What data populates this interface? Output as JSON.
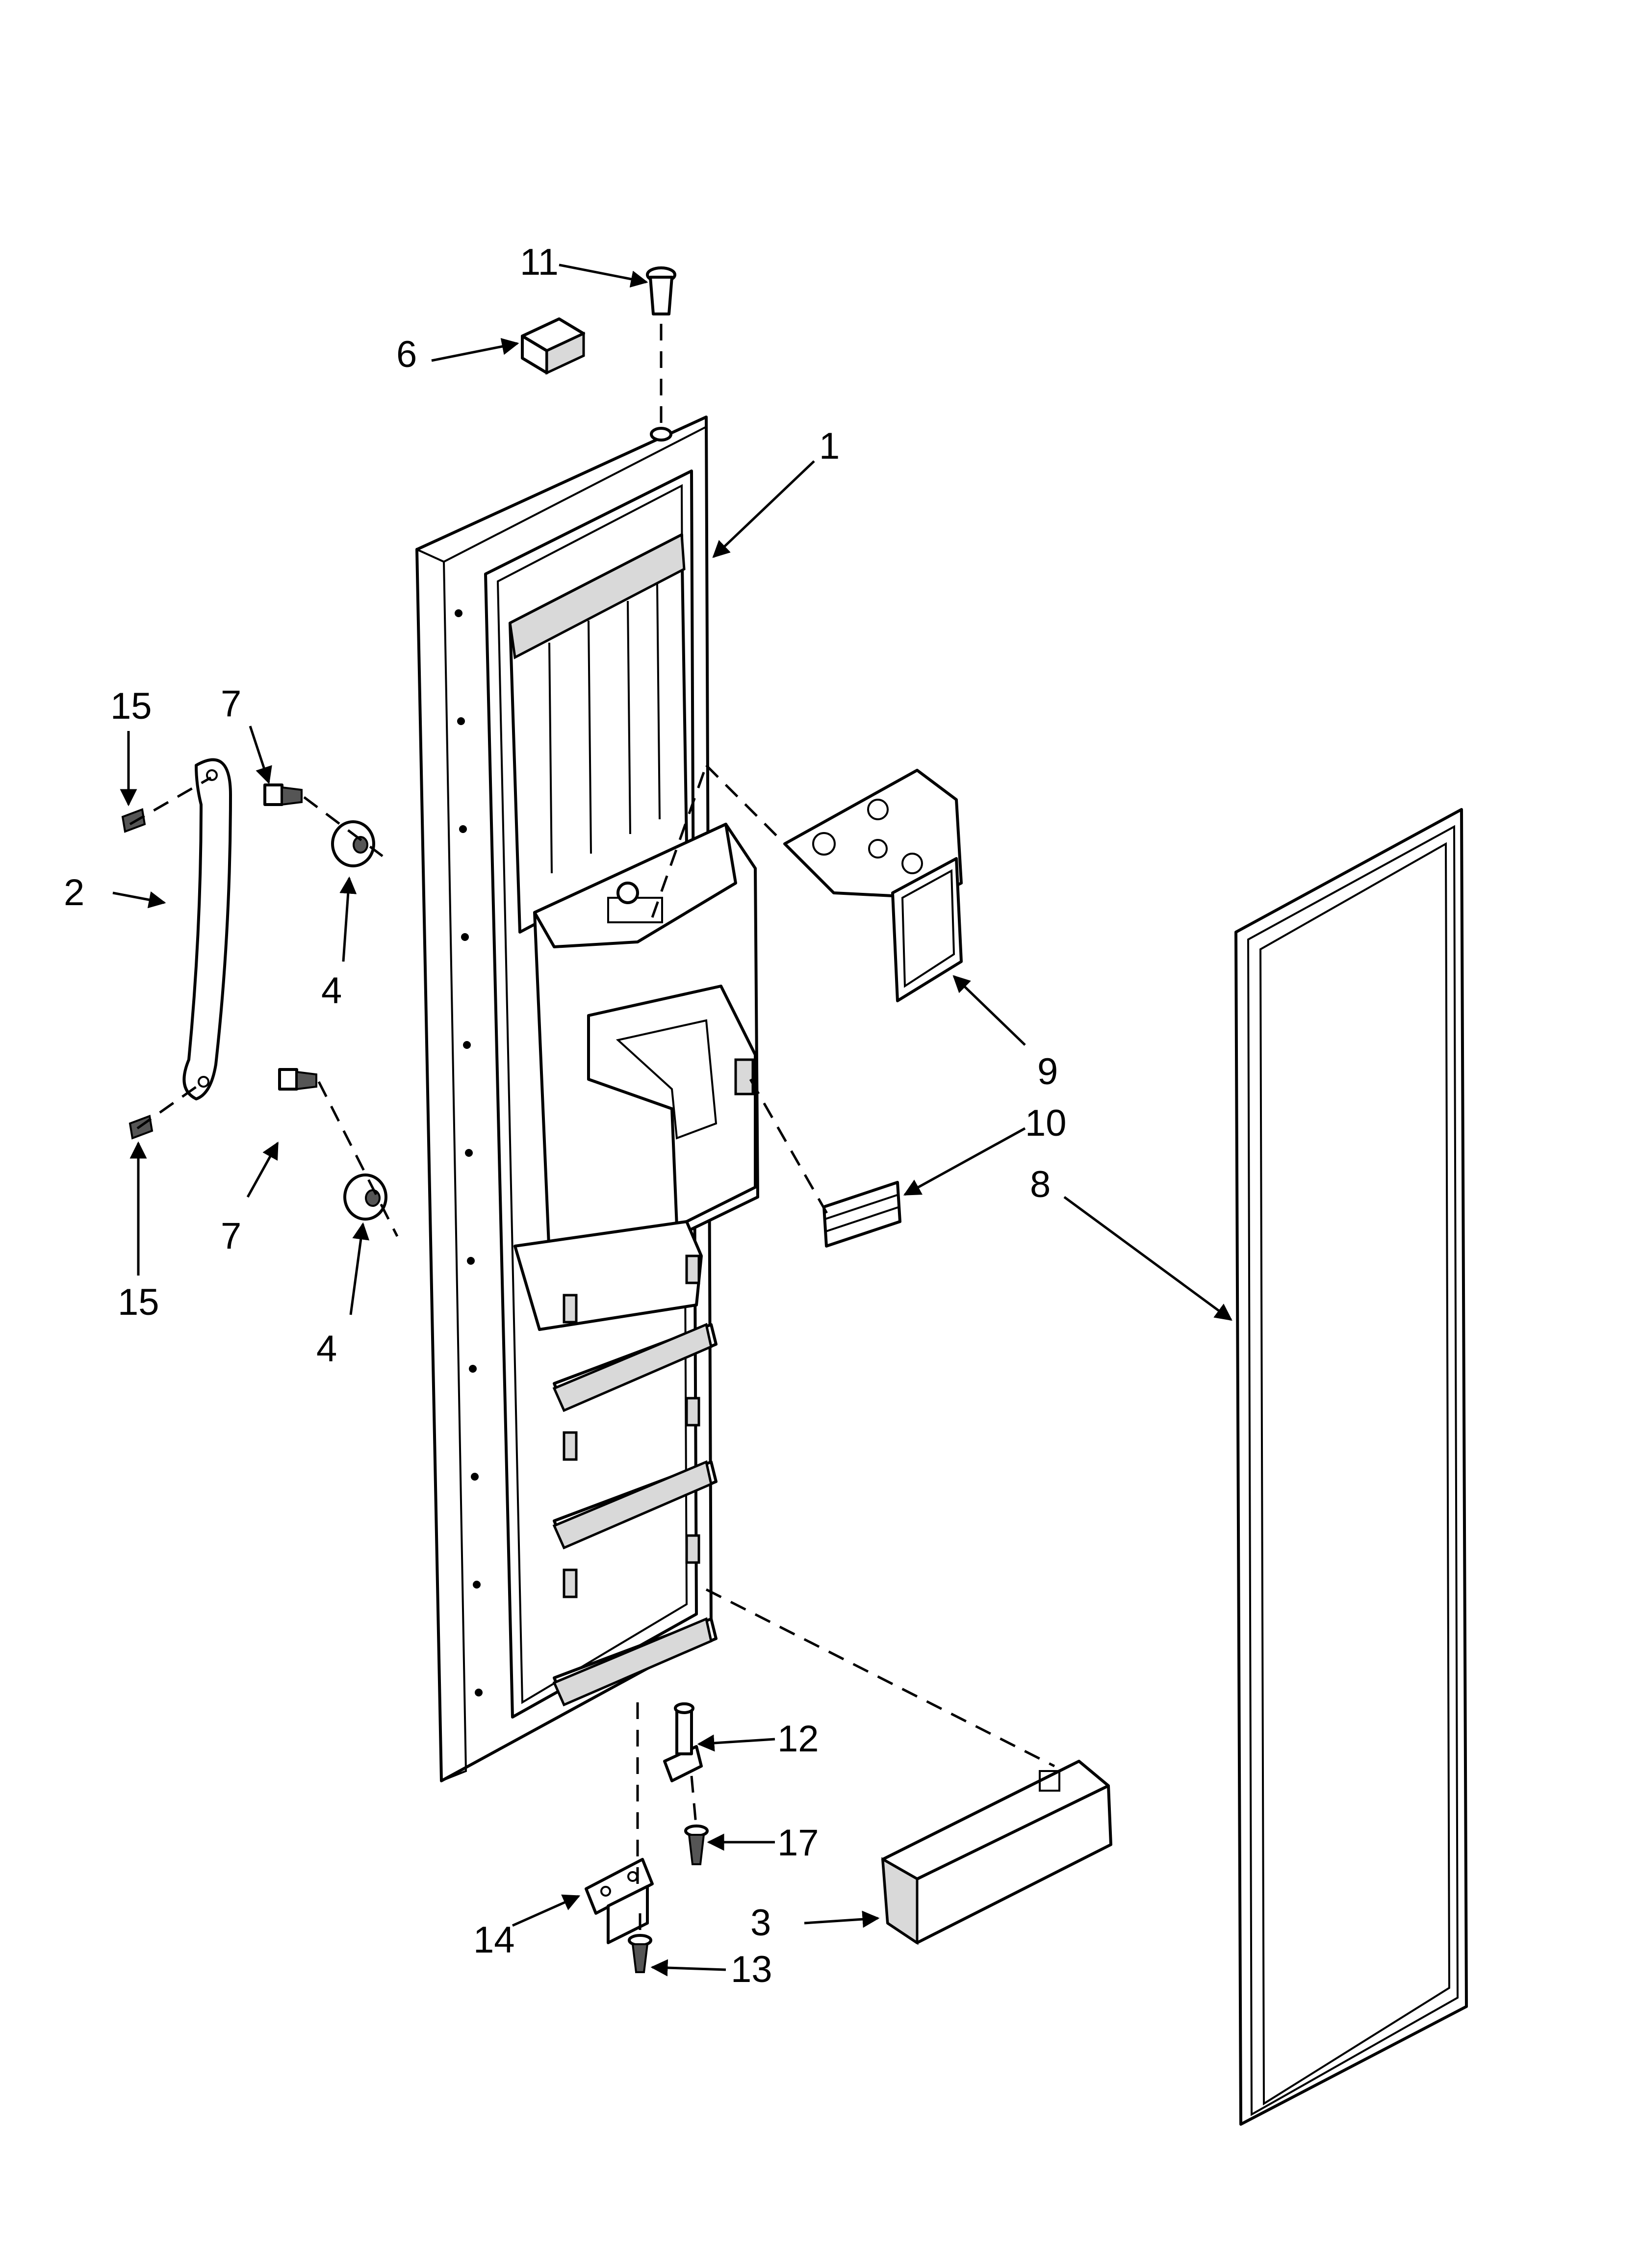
{
  "callouts": [
    {
      "id": "11",
      "label": "11"
    },
    {
      "id": "6",
      "label": "6"
    },
    {
      "id": "1",
      "label": "1"
    },
    {
      "id": "15a",
      "label": "15"
    },
    {
      "id": "7a",
      "label": "7"
    },
    {
      "id": "2",
      "label": "2"
    },
    {
      "id": "4a",
      "label": "4"
    },
    {
      "id": "9",
      "label": "9"
    },
    {
      "id": "10",
      "label": "10"
    },
    {
      "id": "8",
      "label": "8"
    },
    {
      "id": "7b",
      "label": "7"
    },
    {
      "id": "15b",
      "label": "15"
    },
    {
      "id": "4b",
      "label": "4"
    },
    {
      "id": "12",
      "label": "12"
    },
    {
      "id": "17",
      "label": "17"
    },
    {
      "id": "3",
      "label": "3"
    },
    {
      "id": "14",
      "label": "14"
    },
    {
      "id": "13",
      "label": "13"
    }
  ]
}
